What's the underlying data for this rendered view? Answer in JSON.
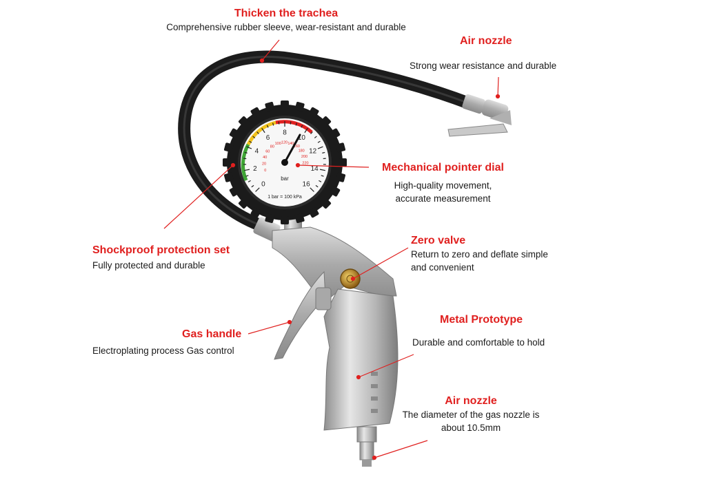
{
  "colors": {
    "title": "#e0201f",
    "leader": "#e0201f",
    "text": "#1a1a1a",
    "hose": "#1c1c1c",
    "metal": "#b8b8b8",
    "brass": "#b8862b"
  },
  "callouts": {
    "trachea": {
      "title": "Thicken the trachea",
      "desc": "Comprehensive rubber sleeve, wear-resistant and durable"
    },
    "air_nozzle_top": {
      "title": "Air nozzle",
      "desc": "Strong wear resistance and durable"
    },
    "pointer_dial": {
      "title": "Mechanical pointer dial",
      "desc_line1": "High-quality movement,",
      "desc_line2": "accurate measurement"
    },
    "shockproof": {
      "title": "Shockproof protection set",
      "desc": "Fully protected and durable"
    },
    "zero_valve": {
      "title": "Zero valve",
      "desc_line1": "Return to zero and deflate simple",
      "desc_line2": "and convenient"
    },
    "gas_handle": {
      "title": "Gas handle",
      "desc": "Electroplating process Gas control"
    },
    "metal_prototype": {
      "title": "Metal Prototype",
      "desc": "Durable and comfortable to hold"
    },
    "air_nozzle_bottom": {
      "title": "Air nozzle",
      "desc_line1": "The diameter of the gas nozzle is",
      "desc_line2": "about 10.5mm"
    }
  },
  "gauge": {
    "outer_ticks": [
      "0",
      "2",
      "4",
      "6",
      "8",
      "10",
      "12",
      "14",
      "16"
    ],
    "inner_ticks": [
      "0",
      "20",
      "40",
      "60",
      "80",
      "100",
      "120",
      "140",
      "160",
      "180",
      "200",
      "220"
    ],
    "unit": "bar",
    "footer": "1 bar = 100 kPa"
  }
}
